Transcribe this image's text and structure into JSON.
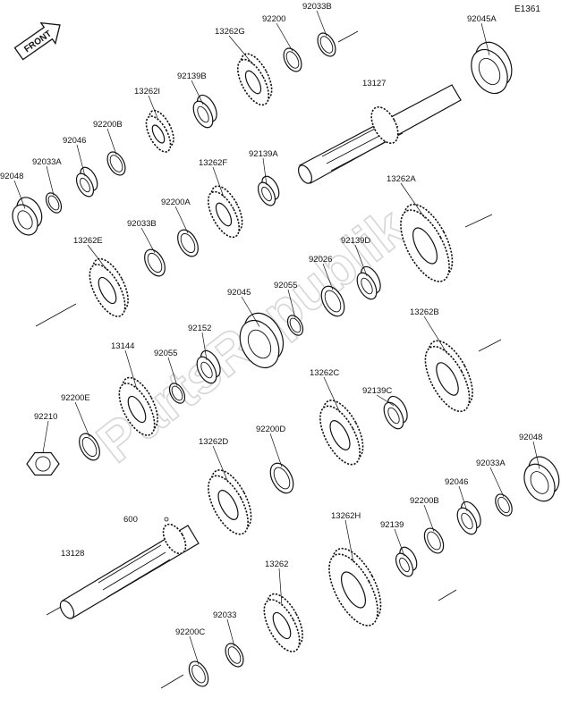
{
  "diagram": {
    "code": "E1361",
    "direction_label": "FRONT",
    "watermark": "PartsRepublik"
  },
  "parts": [
    {
      "id": "p1",
      "label": "92048"
    },
    {
      "id": "p2",
      "label": "92033A"
    },
    {
      "id": "p3",
      "label": "92046"
    },
    {
      "id": "p4",
      "label": "92200B"
    },
    {
      "id": "p5",
      "label": "13262I"
    },
    {
      "id": "p6",
      "label": "92139B"
    },
    {
      "id": "p7",
      "label": "13262G"
    },
    {
      "id": "p8",
      "label": "92200"
    },
    {
      "id": "p9",
      "label": "92033B"
    },
    {
      "id": "p10",
      "label": "92045A"
    },
    {
      "id": "p11",
      "label": "13127"
    },
    {
      "id": "p12",
      "label": "92139A"
    },
    {
      "id": "p13",
      "label": "13262F"
    },
    {
      "id": "p14",
      "label": "92200A"
    },
    {
      "id": "p15",
      "label": "92033B"
    },
    {
      "id": "p16",
      "label": "13262E"
    },
    {
      "id": "p17",
      "label": "13262A"
    },
    {
      "id": "p18",
      "label": "92139D"
    },
    {
      "id": "p19",
      "label": "92026"
    },
    {
      "id": "p20",
      "label": "92055"
    },
    {
      "id": "p21",
      "label": "92045"
    },
    {
      "id": "p22",
      "label": "92152"
    },
    {
      "id": "p23",
      "label": "92055"
    },
    {
      "id": "p24",
      "label": "13144"
    },
    {
      "id": "p25",
      "label": "13262B"
    },
    {
      "id": "p26",
      "label": "13262C"
    },
    {
      "id": "p27",
      "label": "92139C"
    },
    {
      "id": "p28",
      "label": "92200E"
    },
    {
      "id": "p29",
      "label": "92210"
    },
    {
      "id": "p30",
      "label": "13262D"
    },
    {
      "id": "p31",
      "label": "92200D"
    },
    {
      "id": "p32",
      "label": "92048"
    },
    {
      "id": "p33",
      "label": "92033A"
    },
    {
      "id": "p34",
      "label": "92046"
    },
    {
      "id": "p35",
      "label": "92200B"
    },
    {
      "id": "p36",
      "label": "600"
    },
    {
      "id": "p37",
      "label": "13262H"
    },
    {
      "id": "p38",
      "label": "92139"
    },
    {
      "id": "p39",
      "label": "13128"
    },
    {
      "id": "p40",
      "label": "13262"
    },
    {
      "id": "p41",
      "label": "92033"
    },
    {
      "id": "p42",
      "label": "92200C"
    }
  ]
}
